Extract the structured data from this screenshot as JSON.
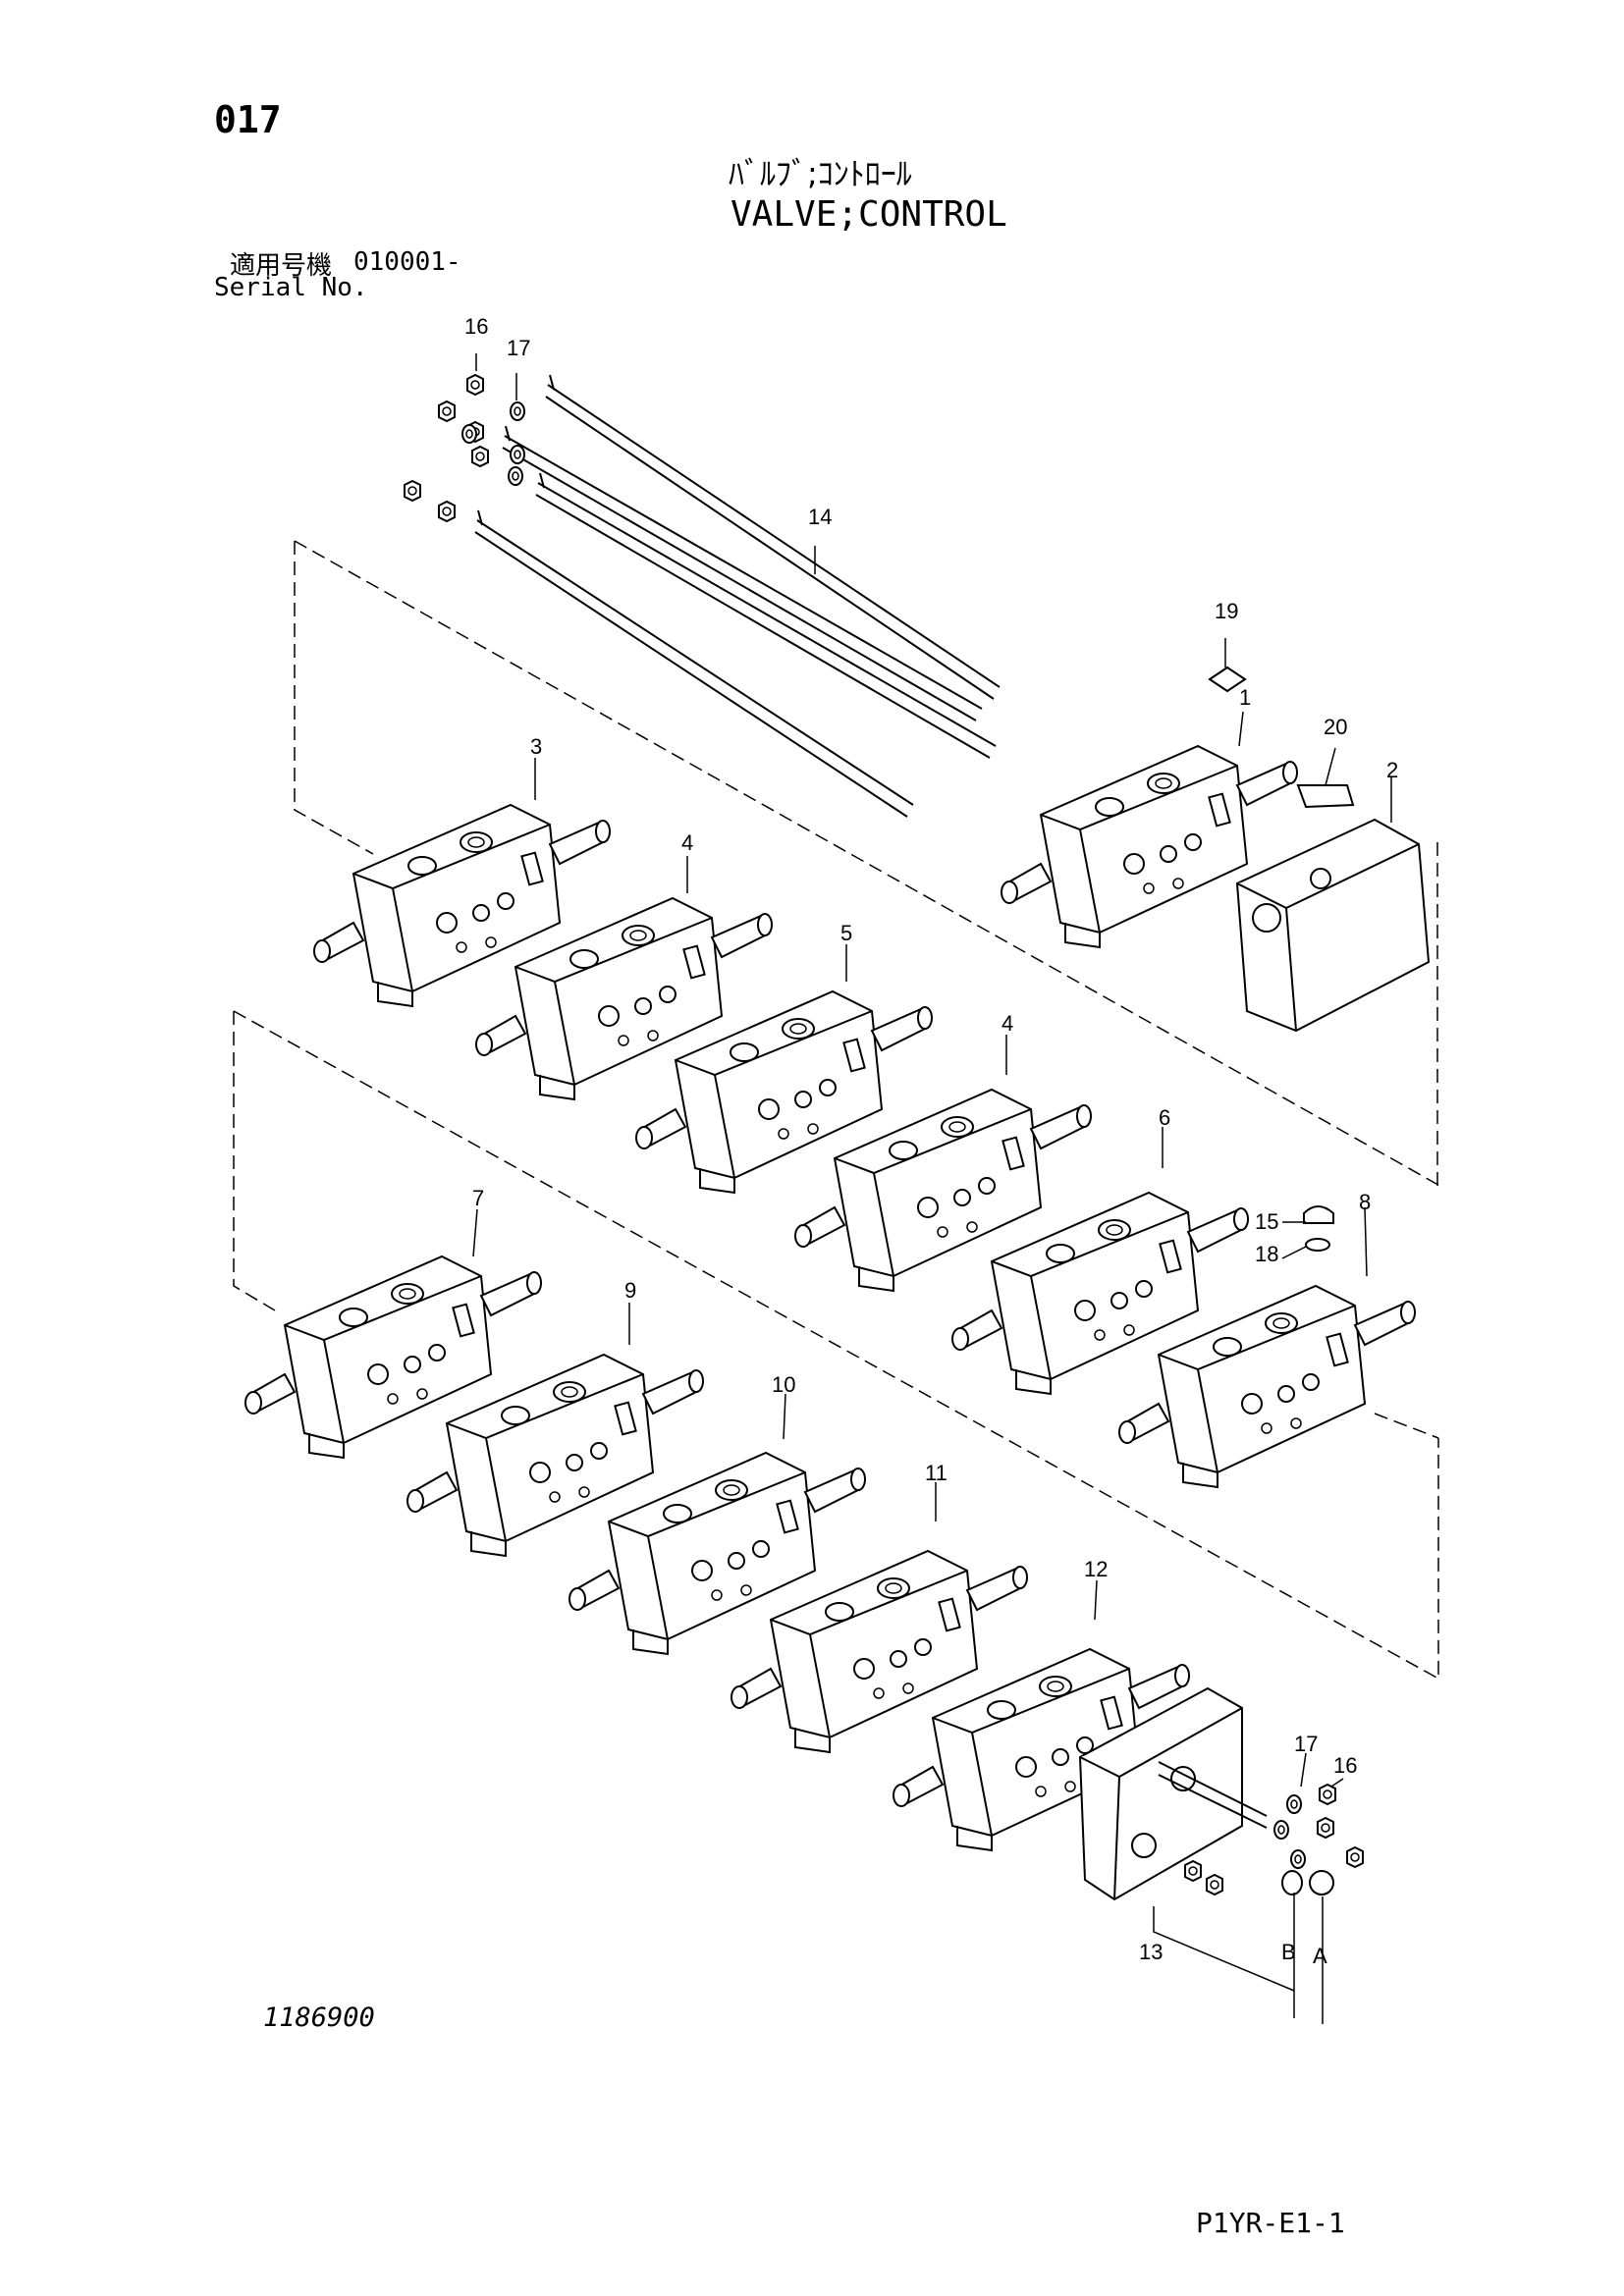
{
  "header": {
    "page_number": "017",
    "title_jp": "ﾊﾞﾙﾌﾞ;ｺﾝﾄﾛｰﾙ",
    "title_en": "VALVE;CONTROL",
    "serial_label_jp": "適用号機",
    "serial_value": "010001-",
    "serial_label_en": "Serial No."
  },
  "footer": {
    "drawing_number": "1186900",
    "page_code": "P1YR-E1-1"
  },
  "callouts": [
    "16",
    "17",
    "14",
    "19",
    "1",
    "20",
    "2",
    "3",
    "4",
    "5",
    "4",
    "6",
    "15",
    "8",
    "18",
    "7",
    "9",
    "10",
    "11",
    "12",
    "17",
    "16",
    "13",
    "B",
    "A"
  ]
}
